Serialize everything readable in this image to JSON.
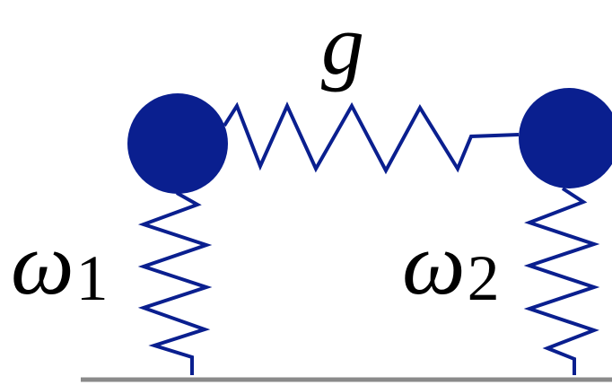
{
  "labels": {
    "coupling": "g",
    "omega1_symbol": "ω",
    "omega1_subscript": "1",
    "omega2_symbol": "ω",
    "omega2_subscript": "2"
  },
  "colors": {
    "mass": "#0a1f8f",
    "spring": "#0a1f8f",
    "ground": "#8a8a8a",
    "text": "#000000"
  }
}
